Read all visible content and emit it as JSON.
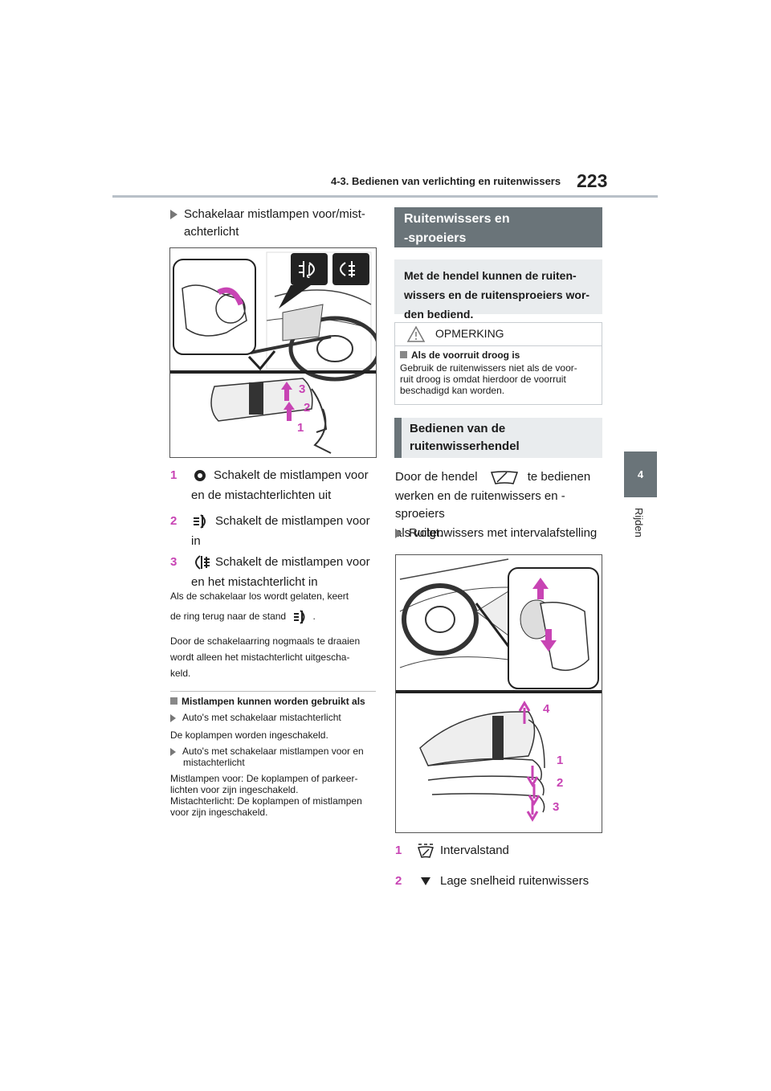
{
  "header": {
    "section_title": "4-3. Bedienen van verlichting en ruitenwissers",
    "page_number": "223"
  },
  "side_tab": {
    "chapter_number": "4",
    "chapter_label": "Rijden"
  },
  "left": {
    "heading": "Schakelaar mistlampen voor/mist-achterlicht",
    "heading_line1": "Schakelaar mistlampen voor/mist-",
    "heading_line2": "achterlicht",
    "figure_callouts": [
      "3",
      "2",
      "1"
    ],
    "items": [
      {
        "num": "1",
        "icon": "off-ring-icon",
        "line1": "Schakelt de mistlampen voor",
        "line2": "en de mistachterlichten uit"
      },
      {
        "num": "2",
        "icon": "front-fog-lamp-icon",
        "line1": "Schakelt de mistlampen voor",
        "line2": "in"
      },
      {
        "num": "3",
        "icon": "rear-fog-lamp-icon",
        "line1": "Schakelt de mistlampen voor",
        "line2": "en het mistachterlicht in"
      }
    ],
    "note1_line1": "Als de schakelaar los wordt gelaten, keert",
    "note1_line2a": "de ring terug naar de stand",
    "note1_line2b": ".",
    "note2_line1": "Door de schakelaarring nogmaals te draaien",
    "note2_line2": "wordt alleen het mistachterlicht uitgescha-",
    "note2_line3": "keld.",
    "sub_heading": "Mistlampen kunnen worden gebruikt als",
    "case1": "Auto's met schakelaar mistachterlicht",
    "case1_text": "De koplampen worden ingeschakeld.",
    "case2_line1": "Auto's met schakelaar mistlampen voor en",
    "case2_line2": "mistachterlicht",
    "case2_text1": "Mistlampen voor: De koplampen of parkeer-",
    "case2_text2": "lichten voor zijn ingeschakeld.",
    "case2_text3": "Mistachterlicht: De koplampen of mistlampen",
    "case2_text4": "voor zijn ingeschakeld."
  },
  "right": {
    "section_title_line1": "Ruitenwissers en",
    "section_title_line2": "-sproeiers",
    "intro_line1": "Met de hendel kunnen de ruiten-",
    "intro_line2": "wissers en de ruitensproeiers wor-",
    "intro_line3": "den bediend.",
    "caution_title": "OPMERKING",
    "caution_sub": "Als de voorruit droog is",
    "caution_text1": "Gebruik de ruitenwissers niet als de voor-",
    "caution_text2": "ruit droog is omdat hierdoor de voorruit",
    "caution_text3": "beschadigd kan worden.",
    "sub_section_line1": "Bedienen van de",
    "sub_section_line2": "ruitenwisserhendel",
    "body_line1a": "Door de hendel",
    "body_line1b": "te bedienen",
    "body_line2": "werken en de ruitenwissers en -sproeiers",
    "body_line3": "als volgt.",
    "bullet": "Ruitenwissers met intervalafstelling",
    "figure_callouts": [
      "4",
      "1",
      "2",
      "3"
    ],
    "items": [
      {
        "num": "1",
        "icon": "intermittent-wiper-icon",
        "text": "Intervalstand"
      },
      {
        "num": "2",
        "icon": "down-triangle-icon",
        "text": "Lage snelheid ruitenwissers"
      }
    ]
  },
  "colors": {
    "accent": "#c844b4",
    "section_dark": "#6a7479",
    "section_light": "#e9ecee"
  }
}
